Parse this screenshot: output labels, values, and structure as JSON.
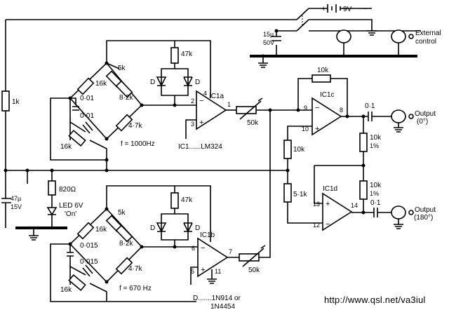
{
  "battery": {
    "plus": "+",
    "minus": "−",
    "voltage": "9V"
  },
  "c_15u": {
    "value": "15µ",
    "rating": "50V"
  },
  "external_control": {
    "line1": "External",
    "line2": "control"
  },
  "r_1k_left": "1k",
  "top_section": {
    "r_47k": "47k",
    "diode_left": "D",
    "diode_right": "D",
    "pot_5k": "5k",
    "r_16k_upper": "16k",
    "r_8k2": "8·2k",
    "c_upper": "0·01",
    "c_lower": "0·01",
    "r_16k_lower": "16k",
    "r_4k7": "4·7k",
    "freq": "f = 1000Hz",
    "pin_inv": "2",
    "pin_noninv": "3",
    "pin_out": "1",
    "pin_supply": "4",
    "opamp_name": "IC1a",
    "ic_note": "IC1......LM324",
    "pot_50k": "50k"
  },
  "bottom_section": {
    "r_47k": "47k",
    "diode_left": "D",
    "diode_right": "D",
    "pot_5k": "5k",
    "r_16k_upper": "16k",
    "r_8k2": "8·2k",
    "c_upper": "0·015",
    "c_lower": "0·015",
    "r_16k_lower": "16k",
    "r_4k7": "4·7k",
    "freq": "f = 670 Hz",
    "pin_inv": "6",
    "pin_noninv": "5",
    "pin_out": "7",
    "pin_gnd": "11",
    "opamp_name": "IC1b",
    "pot_50k": "50k",
    "diode_note_line1": "D.......1N914 or",
    "diode_note_line2": "1N4454"
  },
  "supply_section": {
    "c_47u": "47µ",
    "c_47u_rating": "15V",
    "r_820": "820Ω",
    "led_line1": "LED 6V",
    "led_line2": "'On'"
  },
  "mixer_section": {
    "r_10k_feedback": "10k",
    "opamp_c_name": "IC1c",
    "pin_9": "9",
    "pin_10": "10",
    "pin_8": "8",
    "r_10k_div": "10k",
    "r_5k1": "5·1k",
    "opamp_d_name": "IC1d",
    "pin_13": "13",
    "pin_12": "12",
    "pin_14": "14",
    "r_10k_1pct_upper": "10k",
    "r_10k_1pct_upper_tol": "1%",
    "r_10k_1pct_lower": "10k",
    "r_10k_1pct_lower_tol": "1%",
    "c_out_0": "0·1",
    "c_out_180": "0·1",
    "output_0_line1": "Output",
    "output_0_line2": "(0°)",
    "output_180_line1": "Output",
    "output_180_line2": "(180°)"
  },
  "footer_url": "http://www.qsl.net/va3iul"
}
